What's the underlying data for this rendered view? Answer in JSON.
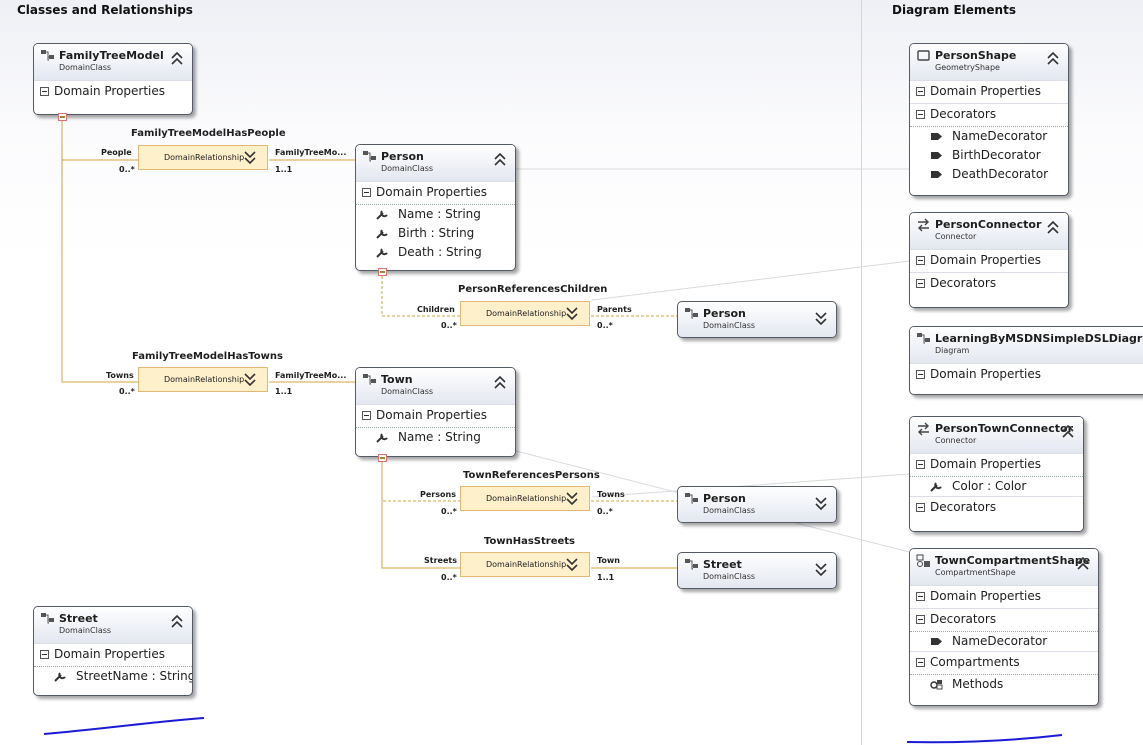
{
  "sections": {
    "classes_title": "Classes and Relationships",
    "diagram_title": "Diagram Elements"
  },
  "classes": {
    "family_tree_model": {
      "name": "FamilyTreeModel",
      "kind": "DomainClass",
      "compartment": "Domain Properties"
    },
    "person": {
      "name": "Person",
      "kind": "DomainClass",
      "compartment": "Domain Properties",
      "properties": [
        "Name : String",
        "Birth : String",
        "Death : String"
      ]
    },
    "town": {
      "name": "Town",
      "kind": "DomainClass",
      "compartment": "Domain Properties",
      "properties": [
        "Name : String"
      ]
    },
    "street": {
      "name": "Street",
      "kind": "DomainClass",
      "compartment": "Domain Properties",
      "properties": [
        "StreetName : String"
      ]
    },
    "person_ref_children_target": {
      "name": "Person",
      "kind": "DomainClass"
    },
    "person_ref_persons_target": {
      "name": "Person",
      "kind": "DomainClass"
    },
    "street_target": {
      "name": "Street",
      "kind": "DomainClass"
    }
  },
  "relationships": {
    "has_people": {
      "name": "FamilyTreeModelHasPeople",
      "box": "DomainRelationship",
      "source_role": "People",
      "source_mult": "0..*",
      "target_role": "FamilyTreeMo...",
      "target_mult": "1..1"
    },
    "has_towns": {
      "name": "FamilyTreeModelHasTowns",
      "box": "DomainRelationship",
      "source_role": "Towns",
      "source_mult": "0..*",
      "target_role": "FamilyTreeMo...",
      "target_mult": "1..1"
    },
    "ref_children": {
      "name": "PersonReferencesChildren",
      "box": "DomainRelationship",
      "source_role": "Children",
      "source_mult": "0..*",
      "target_role": "Parents",
      "target_mult": "0..*"
    },
    "ref_persons": {
      "name": "TownReferencesPersons",
      "box": "DomainRelationship",
      "source_role": "Persons",
      "source_mult": "0..*",
      "target_role": "Towns",
      "target_mult": "0..*"
    },
    "has_streets": {
      "name": "TownHasStreets",
      "box": "DomainRelationship",
      "source_role": "Streets",
      "source_mult": "0..*",
      "target_role": "Town",
      "target_mult": "1..1"
    }
  },
  "diagram_elements": {
    "person_shape": {
      "name": "PersonShape",
      "kind": "GeometryShape",
      "compartments": [
        "Domain Properties",
        "Decorators"
      ],
      "decorators": [
        "NameDecorator",
        "BirthDecorator",
        "DeathDecorator"
      ]
    },
    "person_connector": {
      "name": "PersonConnector",
      "kind": "Connector",
      "compartments": [
        "Domain Properties",
        "Decorators"
      ]
    },
    "diagram": {
      "name": "LearningByMSDNSimpleDSLDiagram",
      "kind": "Diagram",
      "compartments": [
        "Domain Properties"
      ]
    },
    "person_town_connector": {
      "name": "PersonTownConnector",
      "kind": "Connector",
      "compartments": [
        "Domain Properties",
        "Decorators"
      ],
      "properties": [
        "Color : Color"
      ]
    },
    "town_compartment_shape": {
      "name": "TownCompartmentShape",
      "kind": "CompartmentShape",
      "compartments": [
        "Domain Properties",
        "Decorators",
        "Compartments"
      ],
      "decorators": [
        "NameDecorator"
      ],
      "compartment_items": [
        "Methods"
      ]
    }
  },
  "colors": {
    "link": "#d4a43c",
    "annotation": "#1b1bd6",
    "relationship_fill": "#fff0cc"
  }
}
